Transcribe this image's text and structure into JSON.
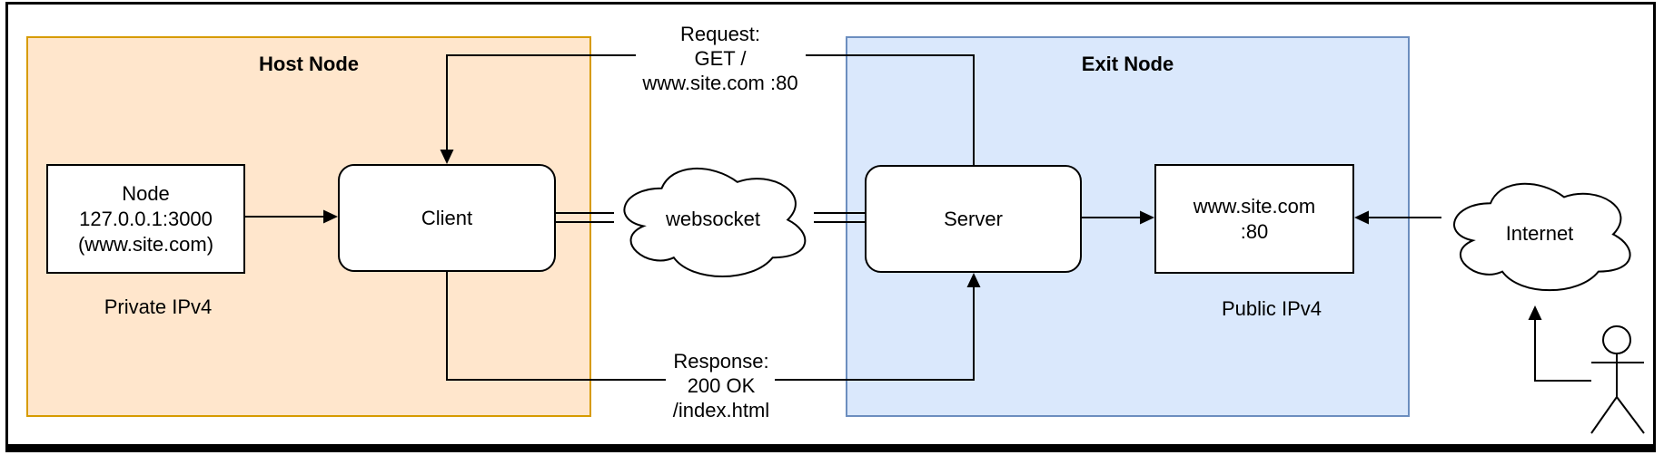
{
  "colors": {
    "host_fill": "#FFE6CC",
    "host_border": "#D79B00",
    "exit_fill": "#DAE8FC",
    "exit_border": "#6C8EBF",
    "stroke": "#000000",
    "background": "#FFFFFF"
  },
  "groups": {
    "host": {
      "title": "Host Node",
      "caption": "Private IPv4"
    },
    "exit": {
      "title": "Exit Node",
      "caption": "Public IPv4"
    }
  },
  "shapes": {
    "node": {
      "lines": [
        "Node",
        "127.0.0.1:3000",
        "(www.site.com)"
      ]
    },
    "client": {
      "label": "Client"
    },
    "websocket": {
      "label": "websocket"
    },
    "server": {
      "label": "Server"
    },
    "site": {
      "lines": [
        "www.site.com",
        ":80"
      ]
    },
    "internet": {
      "label": "Internet"
    }
  },
  "edge_labels": {
    "request": {
      "lines": [
        "Request:",
        "GET /",
        "www.site.com :80"
      ]
    },
    "response": {
      "lines": [
        "Response:",
        "200 OK",
        "/index.html"
      ]
    }
  }
}
